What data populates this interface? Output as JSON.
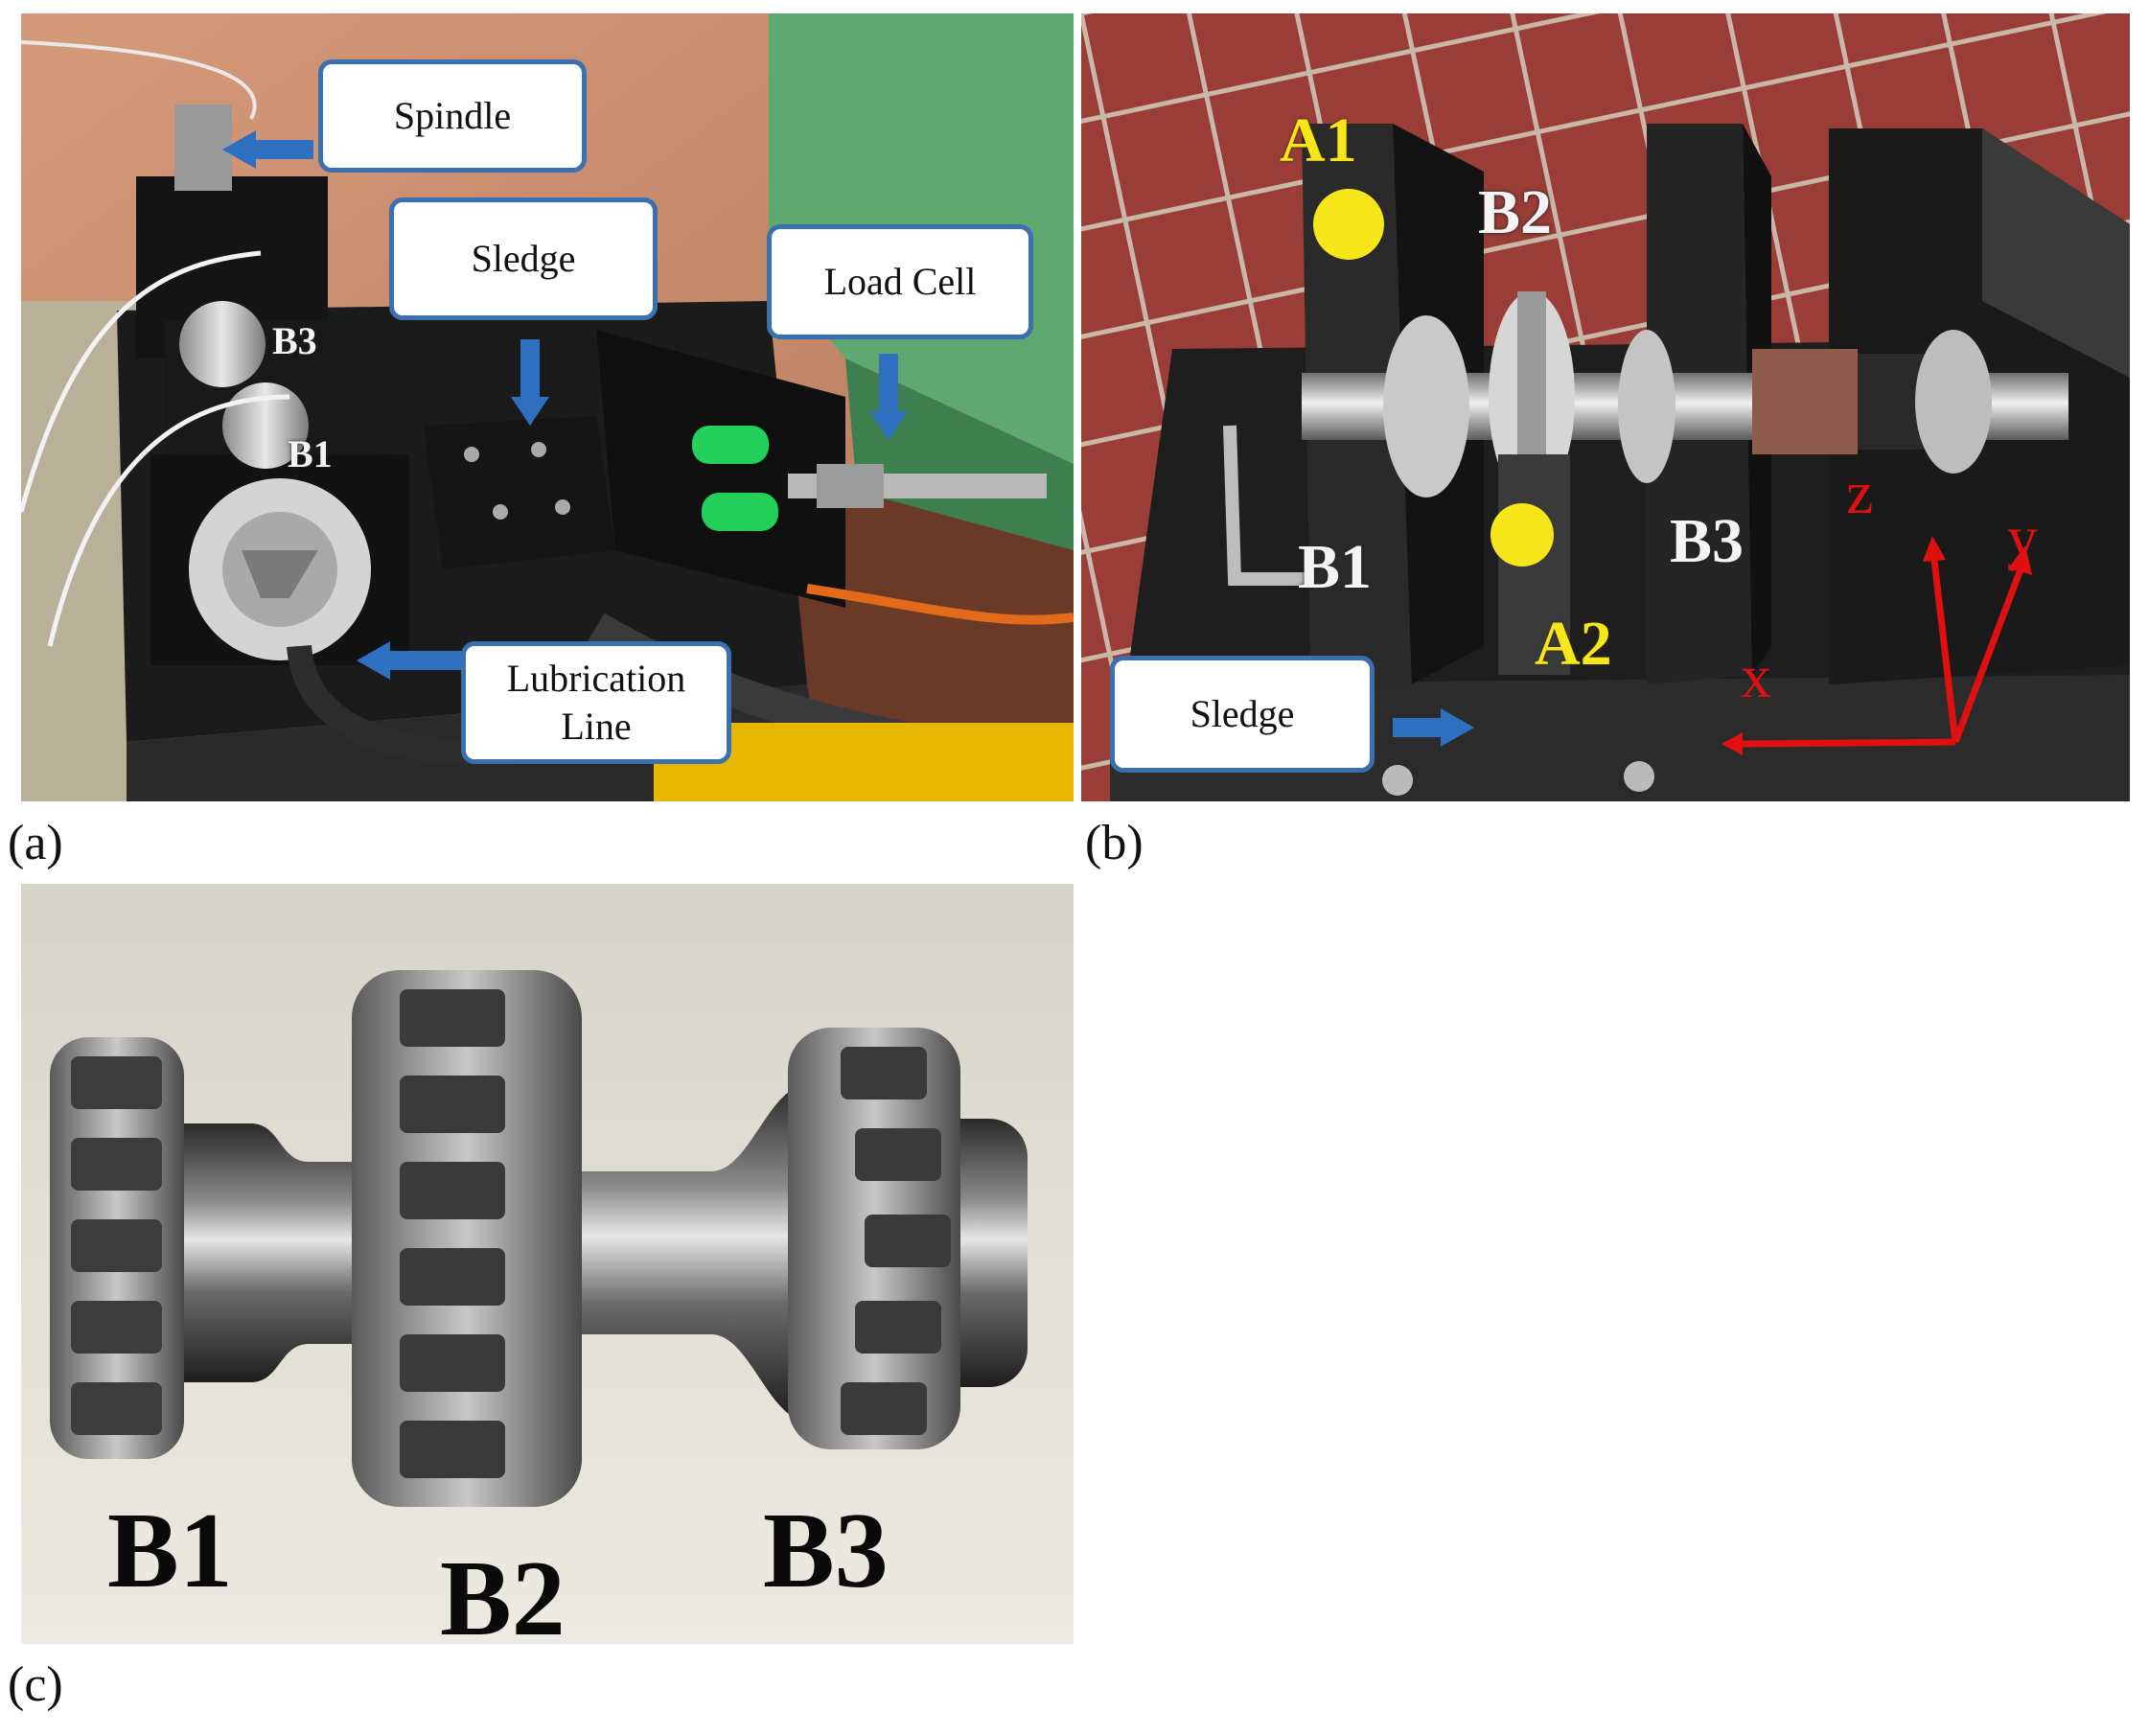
{
  "captions": {
    "a": "(a)",
    "b": "(b)",
    "c": "(c)"
  },
  "panel_a": {
    "callouts": {
      "spindle": "Spindle",
      "sledge": "Sledge",
      "load_cell": "Load Cell",
      "lubrication_line": "Lubrication\nLine"
    },
    "labels": {
      "b3": "B3",
      "b1": "B1"
    }
  },
  "panel_b": {
    "callouts": {
      "sledge": "Sledge"
    },
    "labels": {
      "a1": "A1",
      "a2": "A2",
      "b1": "B1",
      "b2": "B2",
      "b3": "B3"
    },
    "axes": {
      "x": "x",
      "y": "y",
      "z": "z"
    }
  },
  "panel_c": {
    "labels": {
      "b1": "B1",
      "b2": "B2",
      "b3": "B3"
    }
  },
  "colors": {
    "callout_border": "#3a6fb0",
    "arrow_blue": "#2f6fbf",
    "marker_yellow": "#f7e61a",
    "axis_red": "#e01010"
  }
}
